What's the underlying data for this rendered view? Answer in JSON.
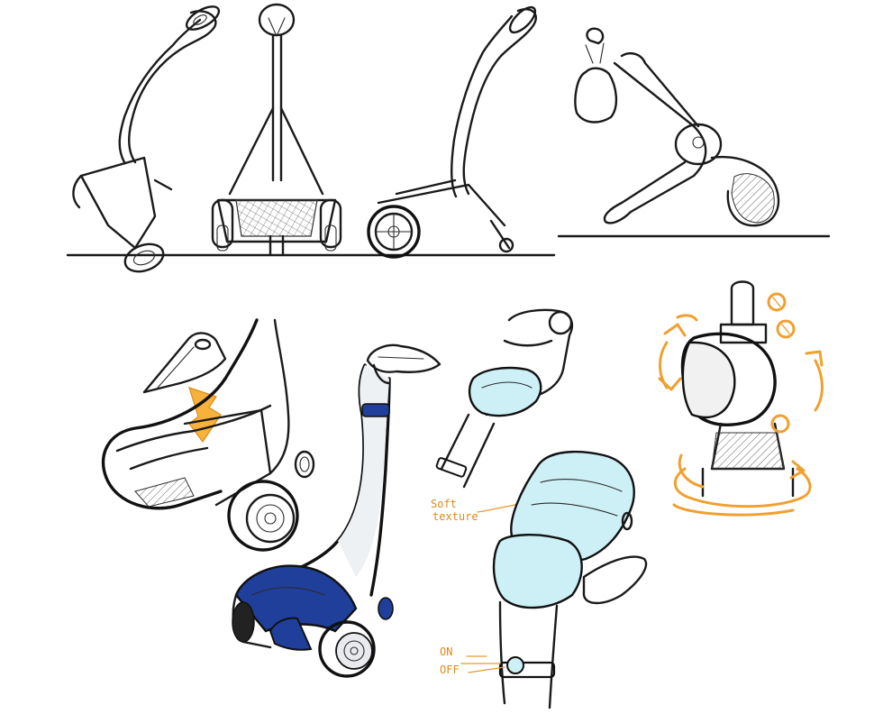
{
  "annotations": {
    "soft_line1": "Soft",
    "soft_line2": "texture",
    "on_label": "ON",
    "off_label": "OFF"
  },
  "colors": {
    "ink": "#1a1a1a",
    "accent_blue": "#1f3f9a",
    "soft_blue": "#cdeff6",
    "annotation_orange": "#f0a030"
  }
}
